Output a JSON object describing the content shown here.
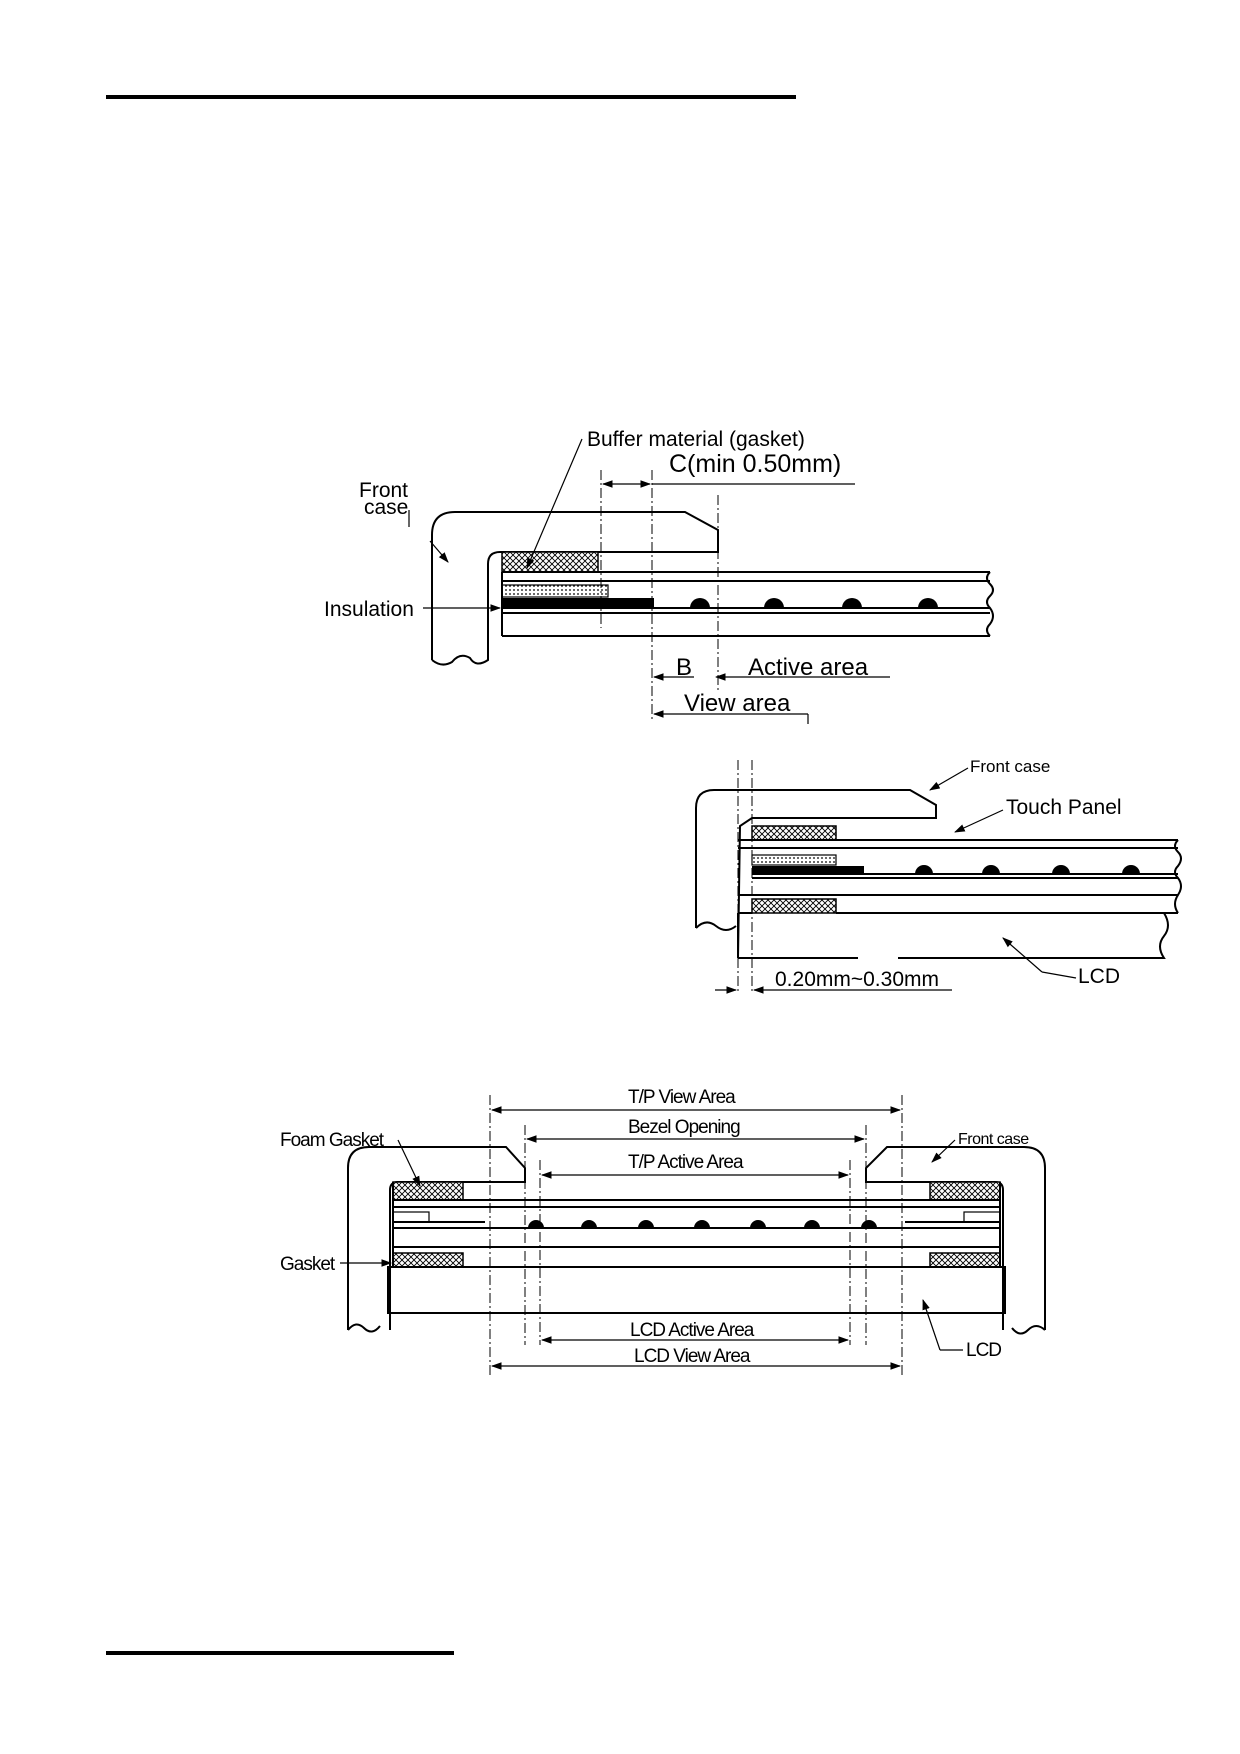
{
  "diagram_top": {
    "buffer_label": "Buffer material (gasket)",
    "c_label": "C(min 0.50mm)",
    "front_case_line1": "Front",
    "front_case_line2": "case",
    "insulation_label": "Insulation",
    "b_label": "B",
    "active_area_label": "Active area",
    "view_area_label": "View area"
  },
  "diagram_mid": {
    "front_case_label": "Front case",
    "touch_panel_label": "Touch Panel",
    "lcd_label": "LCD",
    "gap_label": "0.20mm~0.30mm"
  },
  "diagram_bottom": {
    "tp_view_area": "T/P View Area",
    "bezel_opening": "Bezel Opening",
    "tp_active_area": "T/P Active Area",
    "foam_gasket": "Foam Gasket",
    "front_case": "Front case",
    "gasket": "Gasket",
    "lcd_active_area": "LCD Active Area",
    "lcd_view_area": "LCD View Area",
    "lcd": "LCD"
  },
  "colors": {
    "ink": "#000000",
    "paper": "#ffffff"
  }
}
